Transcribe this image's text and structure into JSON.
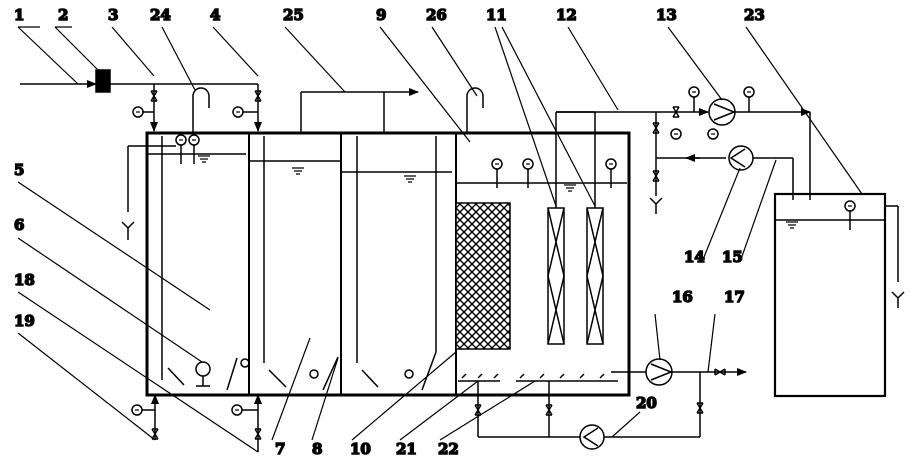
{
  "diagram": {
    "labels": {
      "n1": "1",
      "n2": "2",
      "n3": "3",
      "n4": "4",
      "n5": "5",
      "n6": "6",
      "n7": "7",
      "n8": "8",
      "n9": "9",
      "n10": "10",
      "n11": "11",
      "n12": "12",
      "n13": "13",
      "n14": "14",
      "n15": "15",
      "n16": "16",
      "n17": "17",
      "n18": "18",
      "n19": "19",
      "n20": "20",
      "n21": "21",
      "n22": "22",
      "n23": "23",
      "n24": "24",
      "n25": "25",
      "n26": "26"
    },
    "colors": {
      "stroke": "#000000",
      "background": "#ffffff"
    }
  }
}
